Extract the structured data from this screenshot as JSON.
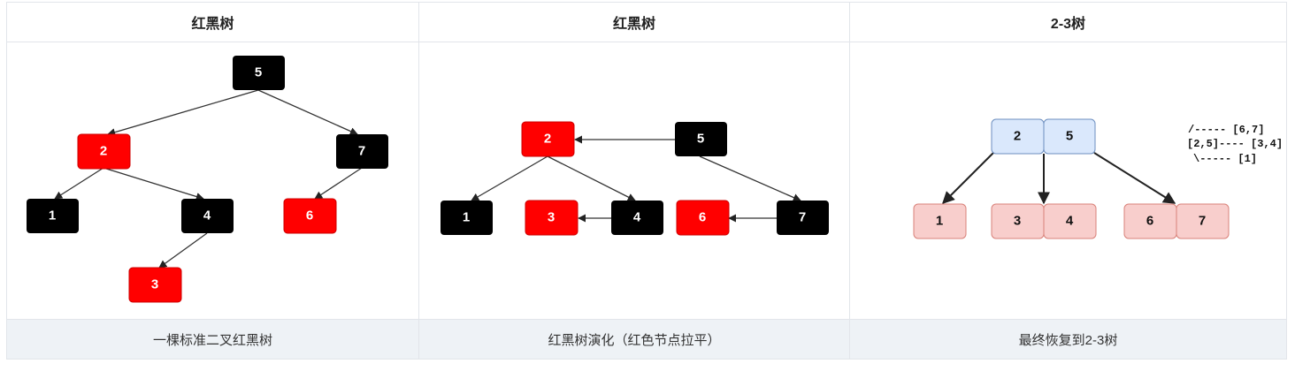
{
  "columns": [
    {
      "header": "红黑树",
      "caption": "一棵标准二叉红黑树"
    },
    {
      "header": "红黑树",
      "caption": "红黑树演化（红色节点拉平）"
    },
    {
      "header": "2-3树",
      "caption": "最终恢复到2-3树"
    }
  ],
  "colors": {
    "black_node": "#000000",
    "red_node": "#ff0000",
    "blue_node_fill": "#dae8fc",
    "blue_node_stroke": "#6c8ebf",
    "pink_node_fill": "#f8cecc",
    "pink_node_stroke": "#d9827a"
  },
  "tree1": {
    "nodes": [
      {
        "id": "n5",
        "label": "5",
        "color": "black"
      },
      {
        "id": "n2",
        "label": "2",
        "color": "red"
      },
      {
        "id": "n7",
        "label": "7",
        "color": "black"
      },
      {
        "id": "n1",
        "label": "1",
        "color": "black"
      },
      {
        "id": "n4",
        "label": "4",
        "color": "black"
      },
      {
        "id": "n6",
        "label": "6",
        "color": "red"
      },
      {
        "id": "n3",
        "label": "3",
        "color": "red"
      }
    ]
  },
  "tree2": {
    "nodes": [
      {
        "id": "m2",
        "label": "2",
        "color": "red"
      },
      {
        "id": "m5",
        "label": "5",
        "color": "black"
      },
      {
        "id": "m1",
        "label": "1",
        "color": "black"
      },
      {
        "id": "m3",
        "label": "3",
        "color": "red"
      },
      {
        "id": "m4",
        "label": "4",
        "color": "black"
      },
      {
        "id": "m6",
        "label": "6",
        "color": "red"
      },
      {
        "id": "m7",
        "label": "7",
        "color": "black"
      }
    ]
  },
  "tree3": {
    "root_keys": [
      "2",
      "5"
    ],
    "children": [
      {
        "keys": [
          "1"
        ]
      },
      {
        "keys": [
          "3",
          "4"
        ]
      },
      {
        "keys": [
          "6",
          "7"
        ]
      }
    ],
    "annotation": [
      "/----- [6,7]",
      "[2,5]---- [3,4]",
      "\\----- [1]"
    ]
  }
}
